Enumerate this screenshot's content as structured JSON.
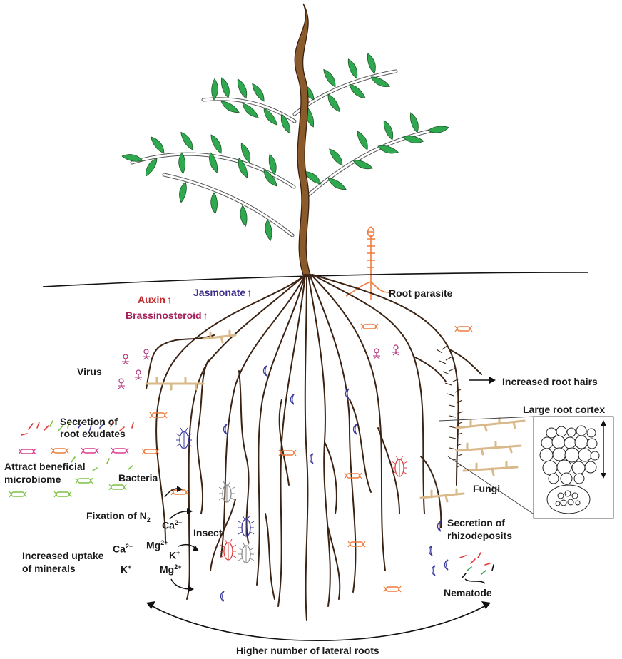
{
  "labels": {
    "auxin": "Auxin",
    "jasmonate": "Jasmonate",
    "brassinosteroid": "Brassinosteroid",
    "root_parasite": "Root parasite",
    "virus": "Virus",
    "increased_root_hairs": "Increased root hairs",
    "large_root_cortex": "Large root cortex",
    "secretion_exudates_1": "Secretion of",
    "secretion_exudates_2": "root exudates",
    "attract_1": "Attract beneficial",
    "attract_2": "microbiome",
    "bacteria": "Bacteria",
    "fixation": "Fixation of N",
    "fixation_sub": "2",
    "ca_1": "Ca",
    "ca_1_sup": "2+",
    "insect": "Insect",
    "fungi": "Fungi",
    "secretion_rhizo_1": "Secretion of",
    "secretion_rhizo_2": "rhizodeposits",
    "increased_uptake_1": "Increased uptake",
    "increased_uptake_2": "of minerals",
    "ca_2": "Ca",
    "ca_2_sup": "2+",
    "k_1": "K",
    "k_1_sup": "+",
    "mg_1": "Mg",
    "mg_1_sup": "2+",
    "k_2": "K",
    "k_2_sup": "+",
    "mg_2": "Mg",
    "mg_2_sup": "2+",
    "nematode": "Nematode",
    "lateral_roots": "Higher number of lateral roots",
    "up_arrow": "↑"
  },
  "colors": {
    "stem": "#8b5a2b",
    "root": "#3b2314",
    "leaf": "#2fa84f",
    "soil_line": "#111111",
    "parasite": "#f07a3a",
    "auxin": "#c0292b",
    "jasmonate": "#3a2a8a",
    "brassinosteroid": "#a3205a",
    "fungi": "#d9b98a",
    "bacteria_orange": "#f07a3a",
    "bacteria_pink": "#e0398e",
    "bacteria_green": "#7cc243",
    "virus": "#b0337a",
    "moon": "#3a3aa0",
    "insect_blue": "#3a3aa0",
    "insect_red": "#d94040",
    "insect_grey": "#8a8a8a"
  },
  "icons": [
    "virus-icon",
    "bacteria-icon",
    "fungi-icon",
    "insect-icon",
    "nematode-icon",
    "rhizodeposit-icon",
    "root-cortex-cells"
  ]
}
